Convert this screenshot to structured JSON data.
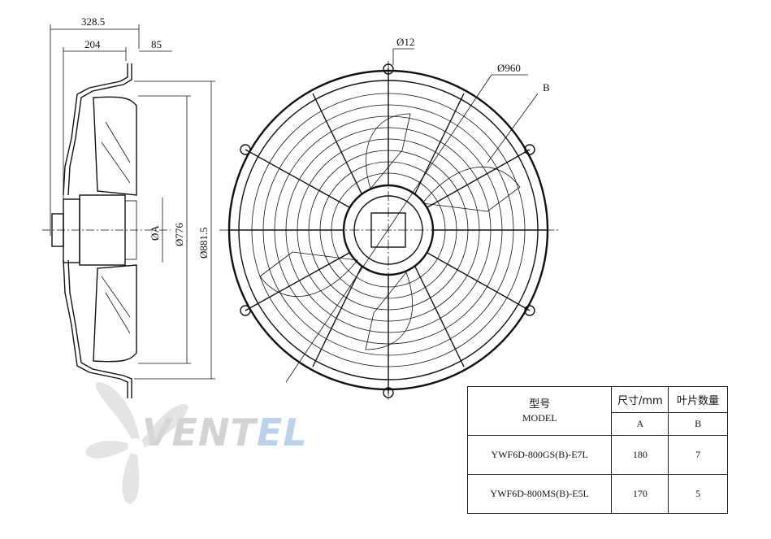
{
  "dimensions": {
    "side_overall": "328.5",
    "side_depth": "204",
    "side_flange": "85",
    "hub_dia": "ØA",
    "blade_dia": "Ø776",
    "guard_dia": "Ø881.5",
    "hole_dia": "Ø12",
    "mount_dia": "Ø960",
    "blade_ref": "B"
  },
  "watermark": {
    "brand_part1": "VENT",
    "brand_part2": "EL"
  },
  "table": {
    "header": {
      "model_cn": "型号",
      "model_en": "MODEL",
      "size_cn": "尺寸/mm",
      "blades_cn": "叶片数量",
      "col_a": "A",
      "col_b": "B"
    },
    "rows": [
      {
        "model": "YWF6D-800GS(B)-E7L",
        "a": "180",
        "b": "7"
      },
      {
        "model": "YWF6D-800MS(B)-E5L",
        "a": "170",
        "b": "5"
      }
    ]
  }
}
